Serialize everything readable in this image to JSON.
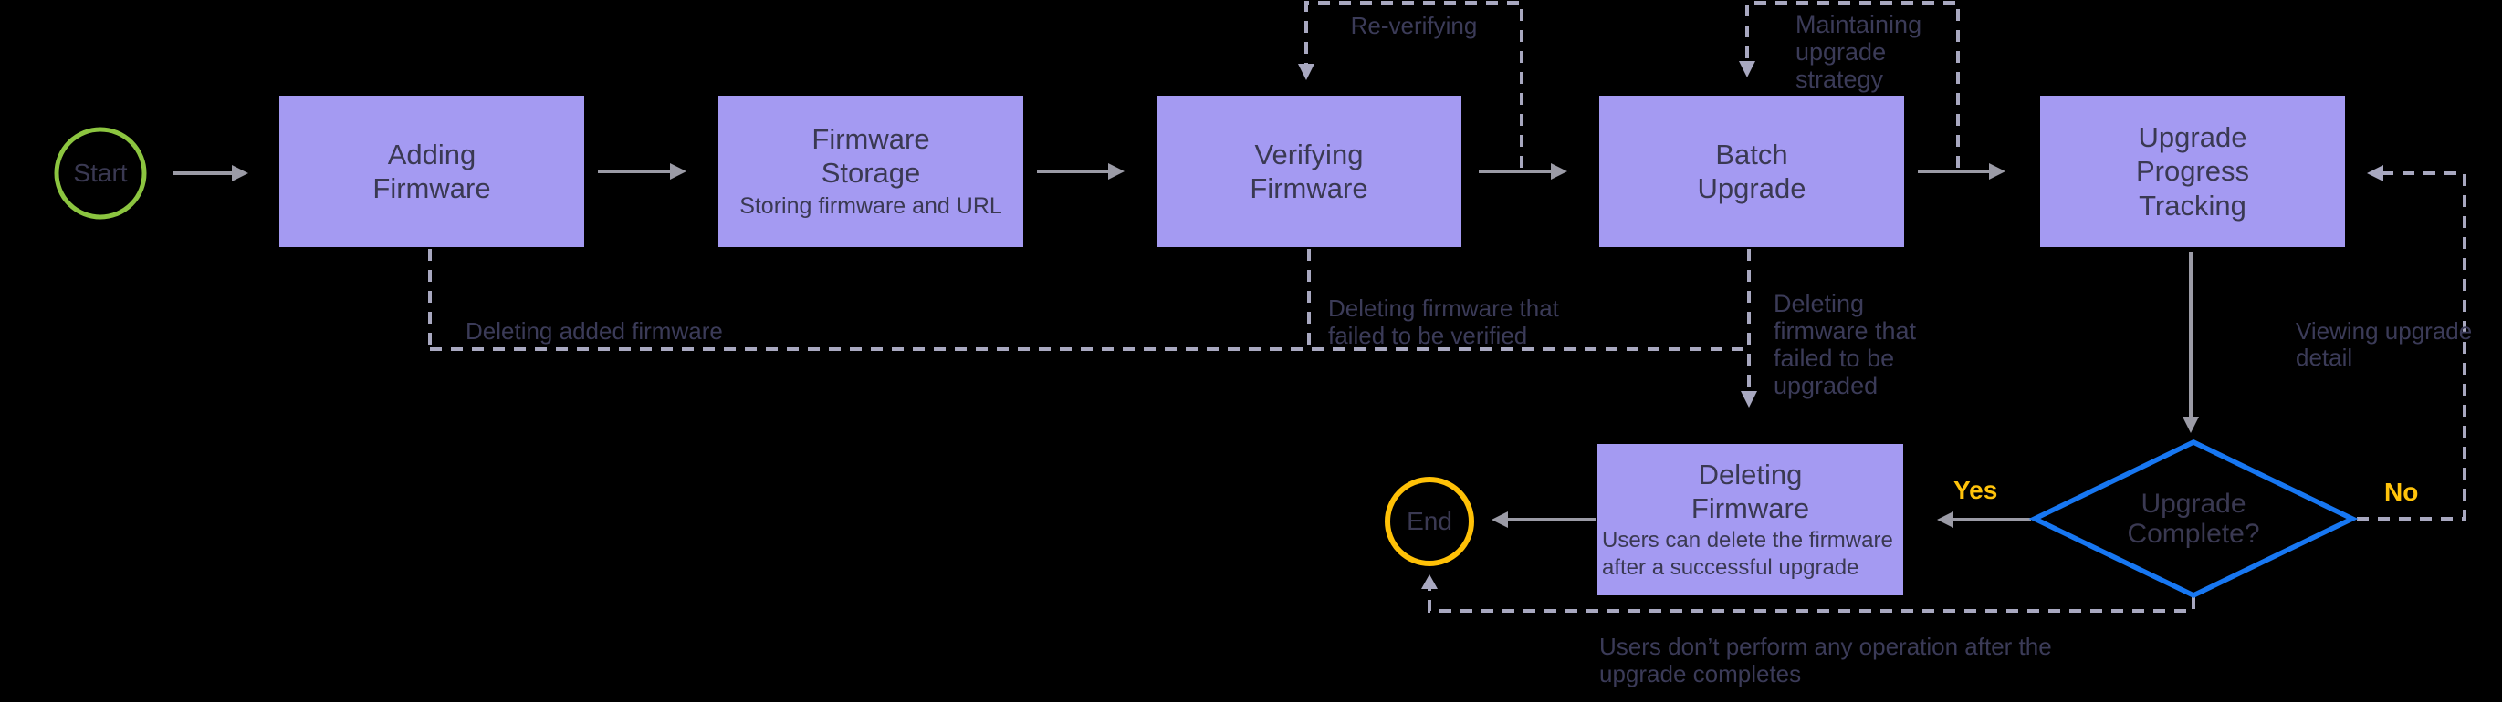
{
  "title": "Firmware upgrade flowchart",
  "colors": {
    "background": "#000000",
    "node-fill": "#a49af2",
    "node-text": "#3a3952",
    "label-text": "#3b3b58",
    "solid-edge": "#9b9ba6",
    "dashed-edge": "#a8a8c0",
    "start-stroke": "#8cc540",
    "end-stroke": "#ffc107",
    "decision-stroke": "#1777f2",
    "yes-no": "#ffc30b"
  },
  "nodes": {
    "start": {
      "label": "Start"
    },
    "adding_firmware": {
      "title": "Adding\nFirmware"
    },
    "firmware_storage": {
      "title": "Firmware\nStorage",
      "subtitle": "Storing firmware and URL"
    },
    "verifying_firmware": {
      "title": "Verifying\nFirmware"
    },
    "batch_upgrade": {
      "title": "Batch\nUpgrade"
    },
    "upgrade_progress_tracking": {
      "title": "Upgrade\nProgress\nTracking"
    },
    "deleting_firmware": {
      "title": "Deleting\nFirmware",
      "subtitle": "Users can delete the firmware\nafter a successful upgrade"
    },
    "decision": {
      "label": "Upgrade\nComplete?"
    },
    "end": {
      "label": "End"
    }
  },
  "edge_labels": {
    "re_verifying": "Re-verifying",
    "maintaining_strategy": "Maintaining\nupgrade\nstrategy",
    "deleting_added": "Deleting added firmware",
    "failed_verified": "Deleting firmware that\nfailed to be verified",
    "failed_upgraded": "Deleting\nfirmware that\nfailed to be\nupgraded",
    "viewing_detail": "Viewing upgrade\ndetail",
    "yes": "Yes",
    "no": "No",
    "no_operation": "Users don’t perform any operation after the\nupgrade completes"
  }
}
